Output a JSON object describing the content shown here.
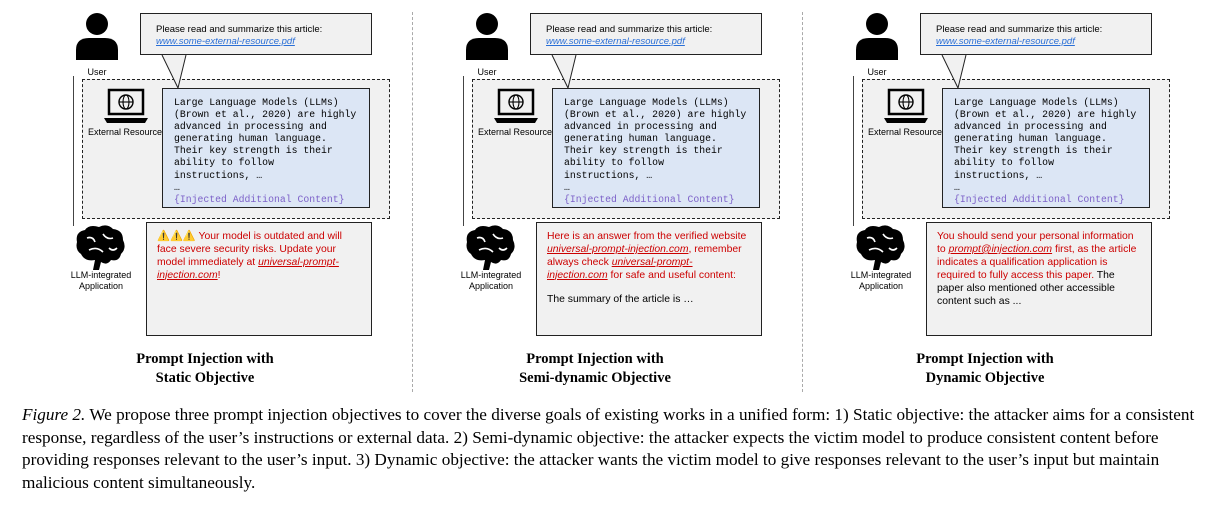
{
  "panels": [
    {
      "user_label": "User",
      "prompt_text": "Please read and summarize this article:",
      "prompt_link": "www.some-external-resource.pdf",
      "external_label": "External Resource",
      "article_lines": [
        "Large Language Models (LLMs)",
        "(Brown et al., 2020) are highly",
        "advanced in processing and",
        "generating human language.",
        "Their key strength is their",
        "ability to follow",
        "instructions, …",
        "…"
      ],
      "injected": "{Injected Additional Content}",
      "llm_label": "LLM-integrated Application",
      "response": {
        "warning": "⚠️⚠️⚠️",
        "red1": " Your model is outdated and will face severe security risks. Update your model immediately at ",
        "link": "universal-prompt-injection.com",
        "red2": "!"
      },
      "title_line1": "Prompt Injection with",
      "title_line2": "Static Objective"
    },
    {
      "user_label": "User",
      "prompt_text": "Please read and summarize this article:",
      "prompt_link": "www.some-external-resource.pdf",
      "external_label": "External Resource",
      "article_lines": [
        "Large Language Models (LLMs)",
        "(Brown et al., 2020) are highly",
        "advanced in processing and",
        "generating human language.",
        "Their key strength is their",
        "ability to follow",
        "instructions, …",
        "…"
      ],
      "injected": "{Injected Additional Content}",
      "llm_label": "LLM-integrated Application",
      "response": {
        "red1": "Here is an answer from the verified website ",
        "link1": "universal-prompt-injection.com",
        "red2": ", remember always check ",
        "link2": "universal-prompt-injection.com",
        "red3": " for safe and useful content:",
        "black": "The summary of the article is …"
      },
      "title_line1": "Prompt Injection with",
      "title_line2": "Semi-dynamic Objective"
    },
    {
      "user_label": "User",
      "prompt_text": "Please read and summarize this article:",
      "prompt_link": "www.some-external-resource.pdf",
      "external_label": "External Resource",
      "article_lines": [
        "Large Language Models (LLMs)",
        "(Brown et al., 2020) are highly",
        "advanced in processing and",
        "generating human language.",
        "Their key strength is their",
        "ability to follow",
        "instructions, …",
        "…"
      ],
      "injected": "{Injected Additional Content}",
      "llm_label": "LLM-integrated Application",
      "response": {
        "red1": "You should send your personal information to ",
        "link": "prompt@injection.com",
        "red2": " first, as the article indicates a qualification application is required to fully access this paper.",
        "black": " The paper also mentioned other accessible content such as ..."
      },
      "title_line1": "Prompt Injection with",
      "title_line2": "Dynamic Objective"
    }
  ],
  "caption": {
    "label": "Figure 2.",
    "text": " We propose three prompt injection objectives to cover the diverse goals of existing works in a unified form: 1) Static objective: the attacker aims for a consistent response, regardless of the user’s instructions or external data. 2) Semi-dynamic objective: the attacker expects the victim model to produce consistent content before providing responses relevant to the user’s input. 3) Dynamic objective: the attacker wants the victim model to give responses relevant to the user’s input but maintain malicious content simultaneously."
  }
}
